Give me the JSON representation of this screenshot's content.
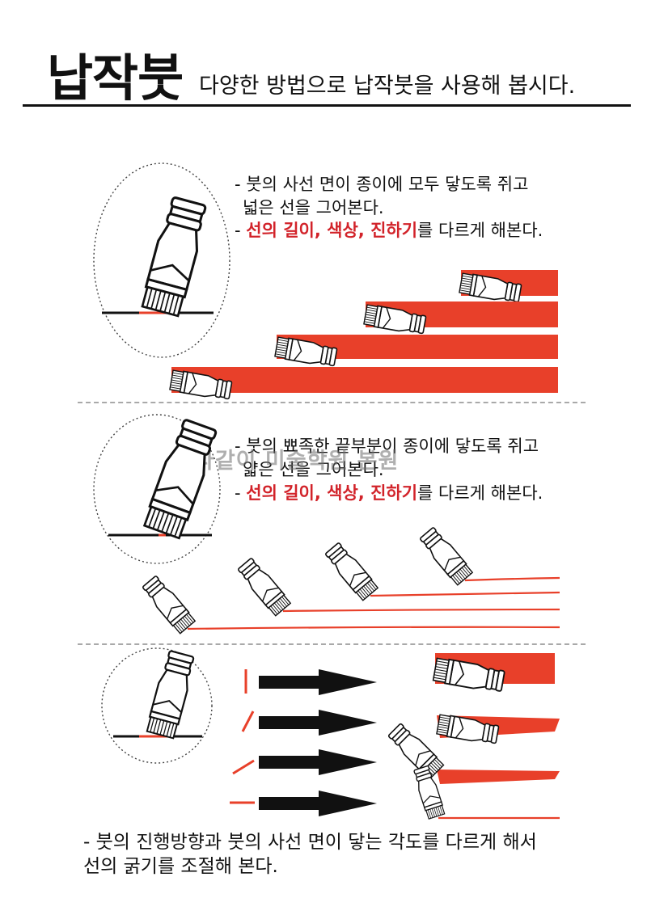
{
  "title": "납작붓",
  "subtitle": "다양한 방법으로 납작붓을 사용해 봅시다.",
  "section1": {
    "line1": "- 붓의 사선 면이 종이에 모두 닿도록 쥐고",
    "line2": "넓은 선을 그어본다.",
    "line3_dash": "- ",
    "line3_red": "선의 길이, 색상, 진하기",
    "line3_rest": "를 다르게 해본다."
  },
  "section2": {
    "line1": "- 붓의 뾰족한 끝부분이 종이에 닿도록 쥐고",
    "line2": "얇은 선을 그어본다.",
    "line3_dash": "- ",
    "line3_red": "선의 길이, 색상, 진하기",
    "line3_rest": "를 다르게 해본다."
  },
  "watermark": "다같이 미술학원 본원",
  "bottom": {
    "line1": "- 붓의 진행방향과 붓의 사선 면이 닿는 각도를 다르게 해서",
    "line2": "선의 굵기를 조절해 본다."
  },
  "colors": {
    "stroke_red": "#e8402a",
    "ink": "#111111",
    "separator": "#a9a9a9"
  }
}
